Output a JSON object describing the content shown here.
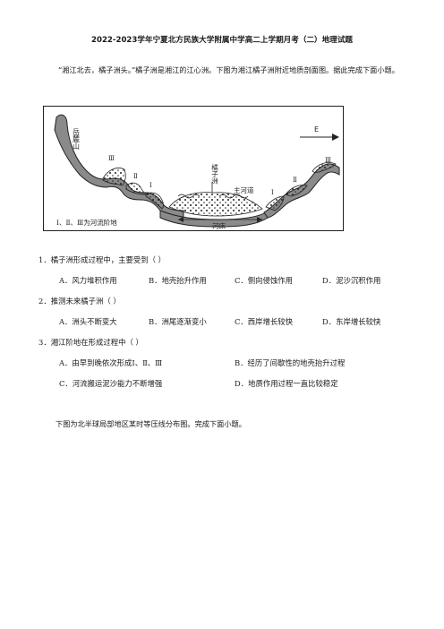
{
  "doc": {
    "title": "2022-2023学年宁夏北方民族大学附属中学高二上学期月考（二）地理试题",
    "intro": "“湘江北去，橘子洲头。”橘子洲是湘江的江心洲。下图为湘江橘子洲附近地质剖面图。据此完成下面小题。"
  },
  "figure": {
    "mountain": "岳麓山",
    "island": "橘子洲",
    "channel": "主河道",
    "riverbed": "河床",
    "direction": "E",
    "legend": "Ⅰ、Ⅱ、Ⅲ为河流阶地",
    "terrace_labels": [
      "Ⅲ",
      "Ⅱ",
      "Ⅰ",
      "Ⅰ",
      "Ⅱ",
      "Ⅲ"
    ]
  },
  "questions": [
    {
      "stem": "1．橘子洲形成过程中，主要受到（  ）",
      "options": [
        "A．风力堆积作用",
        "B．地壳抬升作用",
        "C．侧向侵蚀作用",
        "D．泥沙沉积作用"
      ]
    },
    {
      "stem": "2．推测未来橘子洲（  ）",
      "options": [
        "A．洲头不断变大",
        "B．洲尾逐渐变小",
        "C．西岸增长较快",
        "D．东岸增长较快"
      ]
    },
    {
      "stem": "3．湘江阶地在形成过程中（  ）",
      "options": [
        "A．由早到晚依次形成Ⅰ、Ⅱ、Ⅲ",
        "B．经历了间歇性的地壳抬升过程",
        "C．河流搬运泥沙能力不断增强",
        "D．地质作用过程一直比较稳定"
      ]
    }
  ],
  "outro": "下图为北半球局部地区某时等压线分布图。完成下面小题。"
}
